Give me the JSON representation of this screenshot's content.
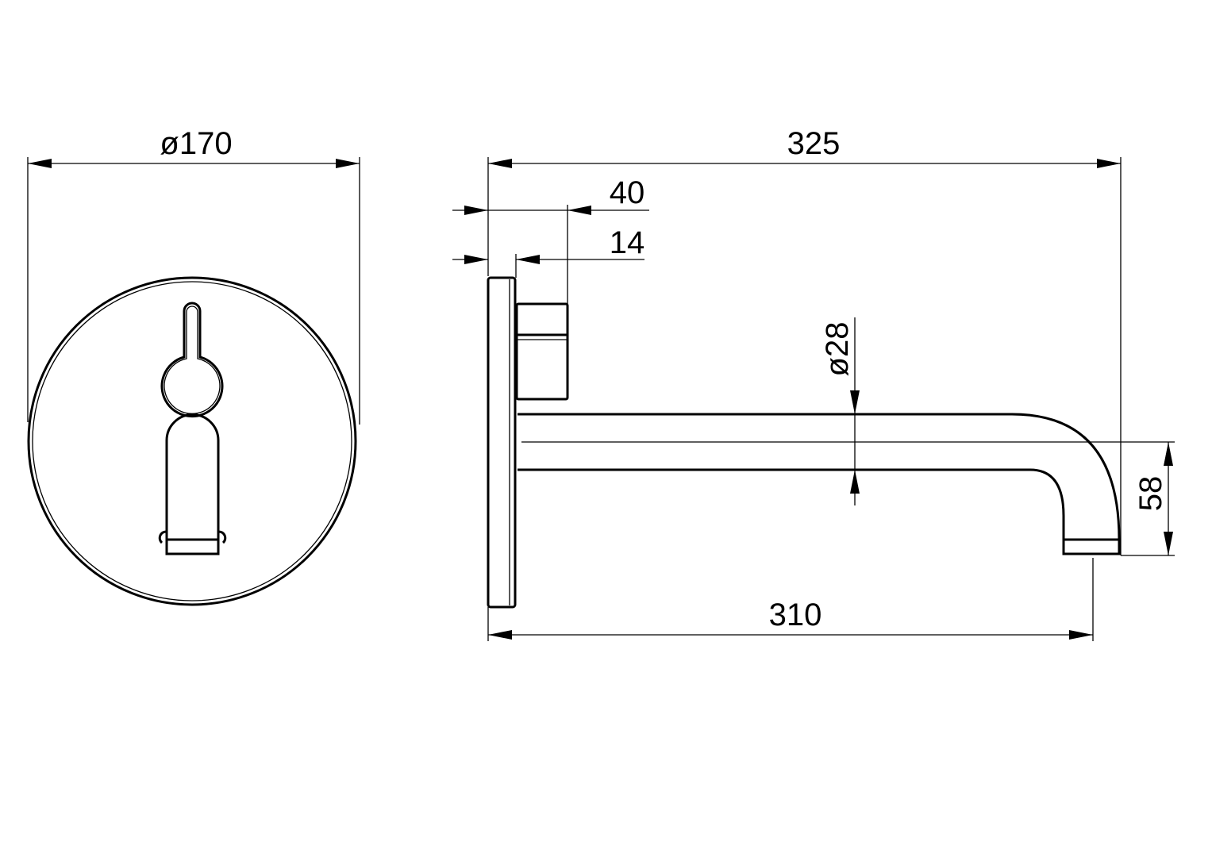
{
  "colors": {
    "line": "#000000",
    "background": "#ffffff"
  },
  "dimensions": {
    "front_diameter": "ø170",
    "total_projection": "325",
    "body_depth": "40",
    "plate_thickness": "14",
    "spout_diameter": "ø28",
    "outlet_height": "58",
    "spout_reach": "310"
  }
}
